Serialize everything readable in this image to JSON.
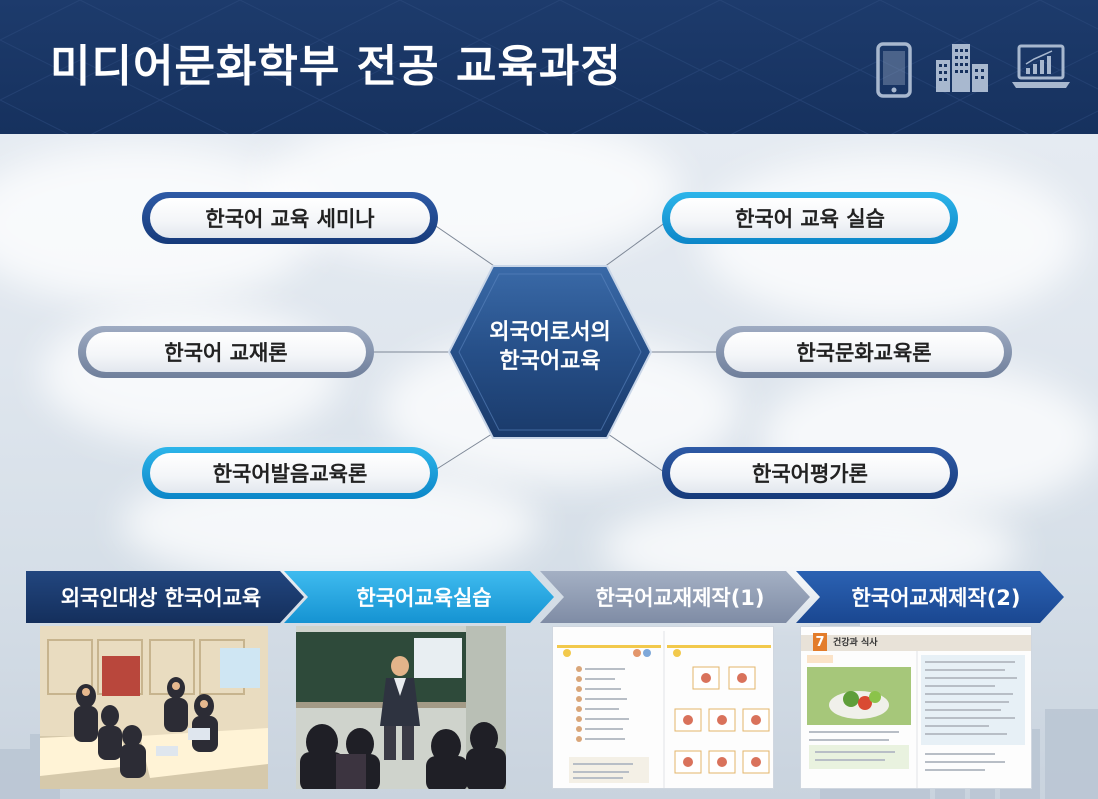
{
  "header": {
    "title": "미디어문화학부 전공 교육과정",
    "icons": [
      "smartphone-icon",
      "buildings-icon",
      "laptop-chart-icon"
    ]
  },
  "hub": {
    "center_line1": "외국어로서의",
    "center_line2": "한국어교육",
    "nodes": {
      "left_top": "한국어 교육 세미나",
      "left_mid": "한국어 교재론",
      "left_bottom": "한국어발음교육론",
      "right_top": "한국어 교육 실습",
      "right_mid": "한국문화교육론",
      "right_bottom": "한국어평가론"
    }
  },
  "steps": [
    {
      "label": "외국인대상 한국어교육"
    },
    {
      "label": "한국어교육실습"
    },
    {
      "label": "한국어교재제작(1)"
    },
    {
      "label": "한국어교재제작(2)"
    }
  ],
  "textbook2": {
    "chapter_number": "7",
    "chapter_title": "건강과 식사"
  },
  "colors": {
    "header_bg": "#1d3b6c",
    "dark_blue": "#163a7a",
    "cyan": "#1aa3df",
    "gray_blue": "#7f8fab",
    "chapter_orange": "#e37c2a"
  }
}
